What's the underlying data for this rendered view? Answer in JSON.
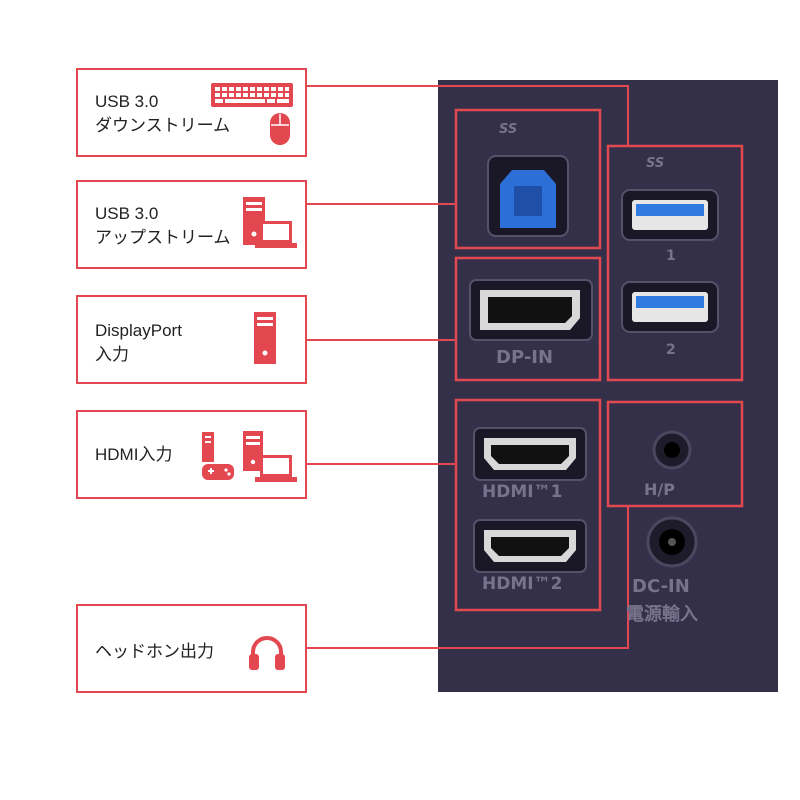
{
  "accent_color": "#e3474f",
  "panel_color": "#34304a",
  "callouts": [
    {
      "line1": "USB 3.0",
      "line2": "ダウンストリーム",
      "icons": [
        "keyboard-icon",
        "mouse-icon"
      ]
    },
    {
      "line1": "USB 3.0",
      "line2": "アップストリーム",
      "icons": [
        "pc-tower-icon",
        "laptop-icon"
      ]
    },
    {
      "line1": "DisplayPort",
      "line2": "入力",
      "icons": [
        "pc-tower-icon"
      ]
    },
    {
      "line1": "HDMI入力",
      "icons": [
        "game-console-icon",
        "pc-tower-icon",
        "laptop-icon"
      ]
    },
    {
      "line1": "ヘッドホン出力",
      "icons": [
        "headphones-icon"
      ]
    }
  ],
  "ports": {
    "ss_logo": "SS",
    "usb_a_1": "1",
    "usb_a_2": "2",
    "dp_in": "DP-IN",
    "hdmi1": "HDMI™1",
    "hdmi2": "HDMI™2",
    "hp": "H/P",
    "dc_in": "DC-IN",
    "power_input": "電源輸入"
  }
}
